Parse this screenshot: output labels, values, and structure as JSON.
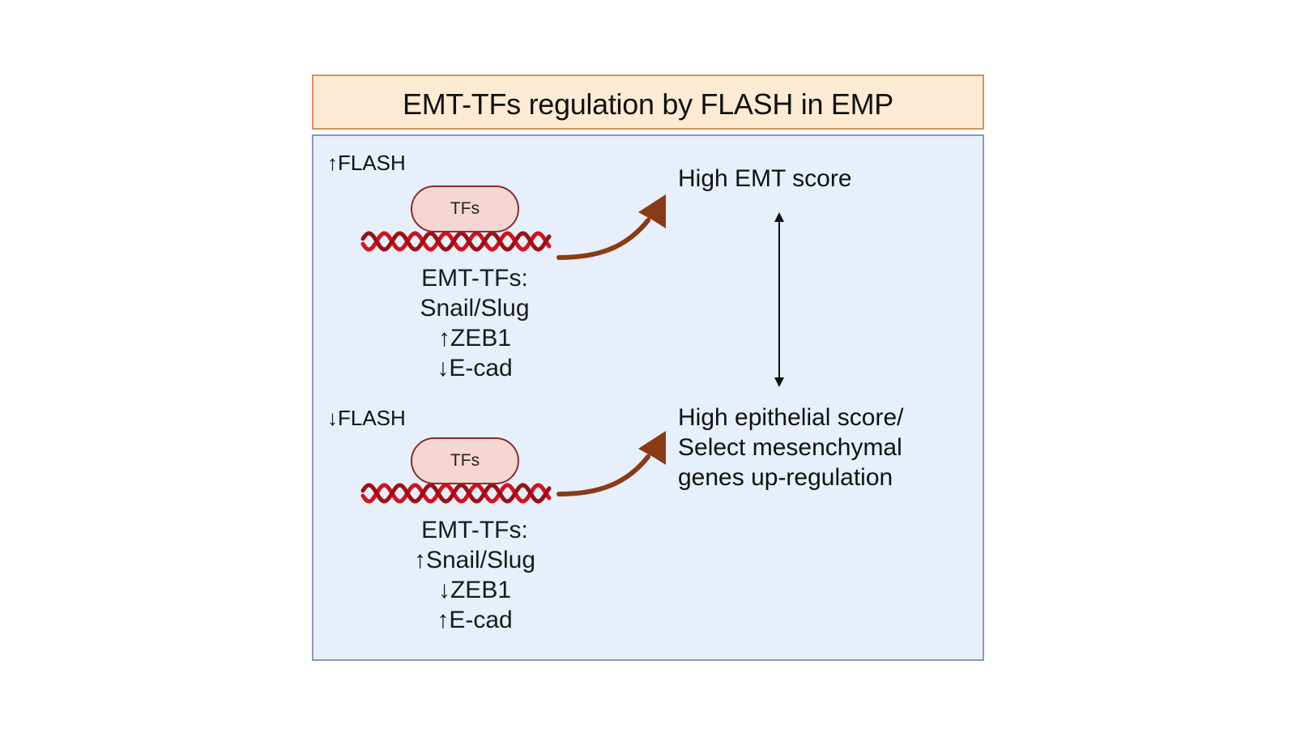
{
  "title": "EMT-TFs regulation by FLASH in EMP",
  "colors": {
    "title_fill": "#fcebd2",
    "title_border": "#d98f5e",
    "panel_fill": "#e7effb",
    "panel_border": "#8c97c9",
    "dna_red": "#d1121f",
    "dna_dark": "#9a1018",
    "pill_fill": "#f6d6d0",
    "pill_border": "#8a2a32",
    "curved_arrow": "#8b3a16"
  },
  "conditions": [
    {
      "flash_label": "↑FLASH",
      "tf_pill": "TFs",
      "emt_tfs": [
        "EMT-TFs:",
        "Snail/Slug",
        "↑ZEB1",
        "↓E-cad"
      ],
      "outcome": [
        "High EMT score"
      ]
    },
    {
      "flash_label": "↓FLASH",
      "tf_pill": "TFs",
      "emt_tfs": [
        "EMT-TFs:",
        "↑Snail/Slug",
        "↓ZEB1",
        "↑E-cad"
      ],
      "outcome": [
        "High epithelial score/",
        "Select mesenchymal",
        "genes up-regulation"
      ]
    }
  ],
  "icons": {
    "dna_helix": "dna-helix-icon",
    "curved_arrow": "curved-arrow-icon",
    "double_arrow": "double-headed-arrow-icon"
  }
}
